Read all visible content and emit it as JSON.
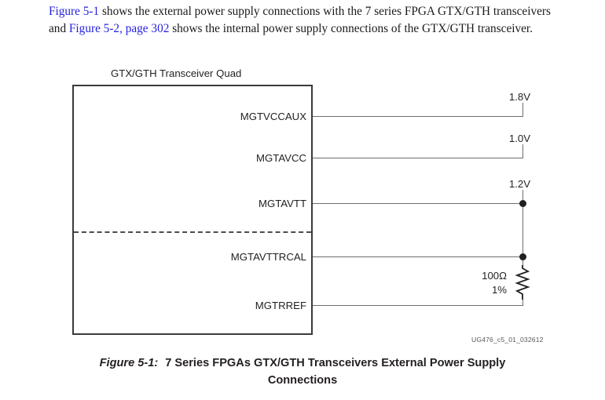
{
  "body_paragraph": {
    "link1": "Figure 5-1",
    "segment1": " shows the external power supply connections with the 7 series FPGA GTX/GTH transceivers and ",
    "link2": "Figure 5-2, page 302",
    "segment2": " shows the internal power supply connections of the GTX/GTH transceiver.",
    "link_color": "#2622e0"
  },
  "figure": {
    "block_title": "GTX/GTH Transceiver Quad",
    "figure_id": "UG476_c5_01_032612",
    "pins": [
      {
        "name": "MGTVCCAUX",
        "rail": "1.8V"
      },
      {
        "name": "MGTAVCC",
        "rail": "1.0V"
      },
      {
        "name": "MGTAVTT",
        "rail": "1.2V"
      },
      {
        "name": "MGTAVTTRCAL",
        "rail": ""
      },
      {
        "name": "MGTRREF",
        "rail": ""
      }
    ],
    "resistor": {
      "value": "100Ω",
      "tolerance": "1%"
    }
  },
  "caption": {
    "number": "Figure 5-1:",
    "text": "7 Series FPGAs GTX/GTH Transceivers External Power Supply Connections"
  }
}
